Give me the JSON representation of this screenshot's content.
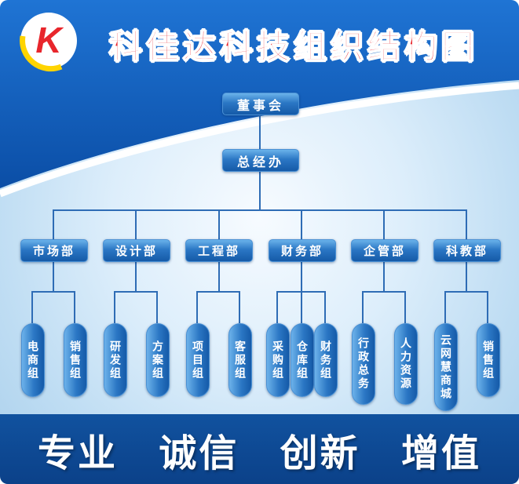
{
  "header": {
    "title": "科佳达科技组织结构图",
    "logo_letter": "K"
  },
  "org": {
    "root": "董事会",
    "office": "总经办",
    "departments": [
      {
        "label": "市场部",
        "children": [
          "电商组",
          "销售组"
        ]
      },
      {
        "label": "设计部",
        "children": [
          "研发组",
          "方案组"
        ]
      },
      {
        "label": "工程部",
        "children": [
          "项目组",
          "客服组"
        ]
      },
      {
        "label": "财务部",
        "children": [
          "采购组",
          "仓库组",
          "财务组"
        ]
      },
      {
        "label": "企管部",
        "children": [
          "行政总务",
          "人力资源"
        ]
      },
      {
        "label": "科教部",
        "children": [
          "云网慧商城",
          "销售组"
        ]
      }
    ]
  },
  "footer": {
    "slogans": [
      "专业",
      "诚信",
      "创新",
      "增值"
    ]
  },
  "colors": {
    "header_blue": "#0f5cb0",
    "title_red": "#e8262c",
    "node_blue_dark": "#155aa8",
    "node_blue_light": "#63aee8",
    "footer_blue": "#0d4a97",
    "line_blue": "#2e6cb5",
    "logo_yellow": "#ffd400"
  }
}
